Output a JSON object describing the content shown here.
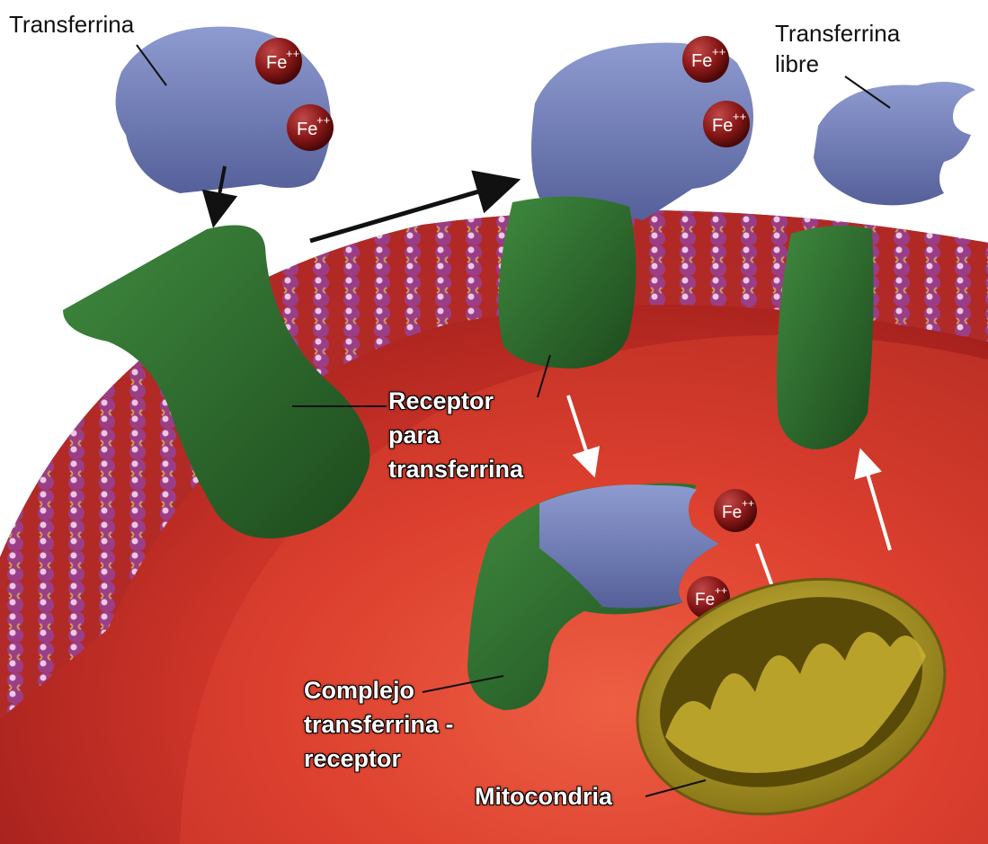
{
  "labels": {
    "transferrina": "Transferrina",
    "transferrina_libre_1": "Transferrina",
    "transferrina_libre_2": "libre",
    "receptor_1": "Receptor",
    "receptor_2": "para",
    "receptor_3": "transferrina",
    "complejo_1": "Complejo",
    "complejo_2": "transferrina -",
    "complejo_3": "receptor",
    "mitocondria": "Mitocondria"
  },
  "iron": {
    "symbol": "Fe",
    "charge": "++"
  },
  "colors": {
    "cytoplasm": "#c8332a",
    "transferrin": "#6f7fb8",
    "receptor": "#2f6f2f",
    "iron": "#8a1818",
    "mitochondria": "#b5a024",
    "lipid_head": "#9a3f8c"
  }
}
